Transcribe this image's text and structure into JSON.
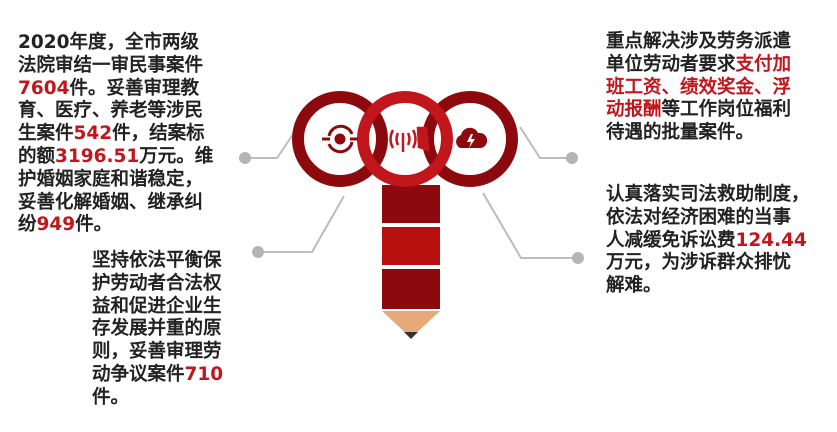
{
  "blocks": [
    {
      "id": "b1",
      "name": "civil-cases-text",
      "lines": [
        [
          {
            "t": "2020年度，全市两级"
          }
        ],
        [
          {
            "t": "法院审结一审民事案件"
          }
        ],
        [
          {
            "t": "7604",
            "hl": true
          },
          {
            "t": "件。妥善审理教"
          }
        ],
        [
          {
            "t": "育、医疗、养老等涉民"
          }
        ],
        [
          {
            "t": "生案件"
          },
          {
            "t": "542",
            "hl": true
          },
          {
            "t": "件，结案标"
          }
        ],
        [
          {
            "t": "的额"
          },
          {
            "t": "3196.51",
            "hl": true
          },
          {
            "t": "万元。维"
          }
        ],
        [
          {
            "t": "护婚姻家庭和谐稳定，"
          }
        ],
        [
          {
            "t": "妥善化解婚姻、继承纠"
          }
        ],
        [
          {
            "t": "纷"
          },
          {
            "t": "949",
            "hl": true
          },
          {
            "t": "件。"
          }
        ]
      ]
    },
    {
      "id": "b2",
      "name": "labor-dispute-text",
      "lines": [
        [
          {
            "t": "坚持依法平衡保"
          }
        ],
        [
          {
            "t": "护劳动者合法权"
          }
        ],
        [
          {
            "t": "益和促进企业生"
          }
        ],
        [
          {
            "t": "存发展并重的原"
          }
        ],
        [
          {
            "t": "则，妥善审理劳"
          }
        ],
        [
          {
            "t": "动争议案件"
          },
          {
            "t": "710",
            "hl": true
          }
        ],
        [
          {
            "t": "件。"
          }
        ]
      ]
    },
    {
      "id": "b3",
      "name": "labor-dispatch-text",
      "lines": [
        [
          {
            "t": "重点解决涉及劳务派遣"
          }
        ],
        [
          {
            "t": "单位劳动者要求"
          },
          {
            "t": "支付加",
            "hl": true
          }
        ],
        [
          {
            "t": "班工资、绩效奖金、浮",
            "hl": true
          }
        ],
        [
          {
            "t": "动报酬",
            "hl": true
          },
          {
            "t": "等工作岗位福利"
          }
        ],
        [
          {
            "t": "待遇的批量案件。"
          }
        ]
      ]
    },
    {
      "id": "b4",
      "name": "legal-aid-text",
      "lines": [
        [
          {
            "t": "认真落实司法救助制度，"
          }
        ],
        [
          {
            "t": "依法对经济困难的当事"
          }
        ],
        [
          {
            "t": "人减缓免诉讼费"
          },
          {
            "t": "124.44",
            "hl": true
          }
        ],
        [
          {
            "t": "万元，为涉诉群众排忧"
          }
        ],
        [
          {
            "t": "解难。"
          }
        ]
      ]
    }
  ],
  "icons": [
    "recycle-eye-icon",
    "signal-tower-icon",
    "cloud-lightning-icon",
    "pencil-graphic"
  ],
  "colors": {
    "dark_red": "#8c0a0e",
    "red": "#c0161c",
    "gray": "#b5b5b5",
    "tip": "#e8a978"
  }
}
